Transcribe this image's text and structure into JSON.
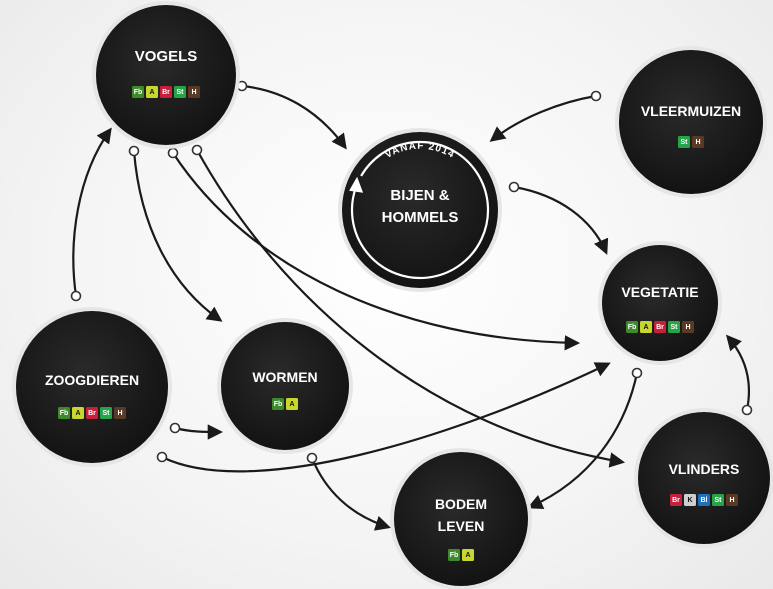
{
  "nodes": [
    {
      "id": "vogels",
      "lines": [
        "VOGELS"
      ],
      "badges": [
        "Fb",
        "A",
        "Br",
        "St",
        "H"
      ]
    },
    {
      "id": "bijen",
      "lines": [
        "BIJEN &",
        "HOMMELS"
      ],
      "ring_text": "VANAF 2014",
      "badges": []
    },
    {
      "id": "vleermuizen",
      "lines": [
        "VLEERMUIZEN"
      ],
      "badges": [
        "St",
        "H"
      ]
    },
    {
      "id": "vegetatie",
      "lines": [
        "VEGETATIE"
      ],
      "badges": [
        "Fb",
        "A",
        "Br",
        "St",
        "H"
      ]
    },
    {
      "id": "zoogdieren",
      "lines": [
        "ZOOGDIEREN"
      ],
      "badges": [
        "Fb",
        "A",
        "Br",
        "St",
        "H"
      ]
    },
    {
      "id": "wormen",
      "lines": [
        "WORMEN"
      ],
      "badges": [
        "Fb",
        "A"
      ]
    },
    {
      "id": "bodem",
      "lines": [
        "BODEM",
        "LEVEN"
      ],
      "badges": [
        "Fb",
        "A"
      ]
    },
    {
      "id": "vlinders",
      "lines": [
        "VLINDERS"
      ],
      "badges": [
        "Br",
        "K",
        "Bl",
        "St",
        "H"
      ]
    }
  ],
  "badge_colors": {
    "Fb": "#3d8b2a",
    "A": "#c7d72d",
    "Br": "#c8203a",
    "St": "#27a348",
    "H": "#5a3a25",
    "K": "#cfcfcf",
    "Bl": "#1e6fc0"
  },
  "colors": {
    "node_fill": "#1b1b1b",
    "node_outline": "#e6e6e6",
    "arrow": "#1a1a1a"
  }
}
